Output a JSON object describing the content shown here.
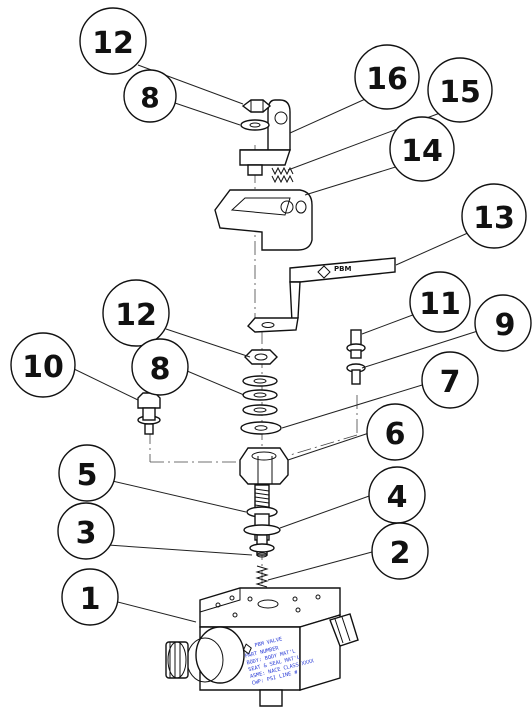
{
  "figure": {
    "balloons": [
      {
        "id": "b12a",
        "number": "12"
      },
      {
        "id": "b8a",
        "number": "8"
      },
      {
        "id": "b16",
        "number": "16"
      },
      {
        "id": "b15",
        "number": "15"
      },
      {
        "id": "b14",
        "number": "14"
      },
      {
        "id": "b13",
        "number": "13"
      },
      {
        "id": "b12b",
        "number": "12"
      },
      {
        "id": "b11",
        "number": "11"
      },
      {
        "id": "b9",
        "number": "9"
      },
      {
        "id": "b10",
        "number": "10"
      },
      {
        "id": "b8b",
        "number": "8"
      },
      {
        "id": "b7",
        "number": "7"
      },
      {
        "id": "b6",
        "number": "6"
      },
      {
        "id": "b5",
        "number": "5"
      },
      {
        "id": "b4",
        "number": "4"
      },
      {
        "id": "b3",
        "number": "3"
      },
      {
        "id": "b2",
        "number": "2"
      },
      {
        "id": "b1",
        "number": "1"
      }
    ],
    "handle_brand": "PBM",
    "nameplate": {
      "brand": "PBM VALVE",
      "lines": [
        "PART NUMBER",
        "BODY: BODY MAT'L",
        "SEAT & SEAL MAT'L",
        "ASME: NACE CLASS XXXX",
        "CWP: PSI LINE #"
      ]
    },
    "colors": {
      "line": "#111111",
      "nameplate_text": "#2a3cd6",
      "background": "#ffffff"
    }
  }
}
